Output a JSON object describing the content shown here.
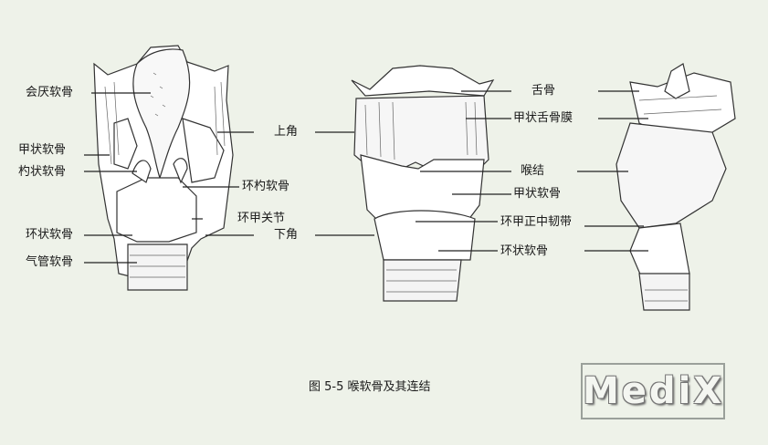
{
  "labels": {
    "epiglottic_cartilage": "会厌软骨",
    "thyroid_cartilage_left": "甲状软骨",
    "arytenoid_cartilage": "杓状软骨",
    "cricoid_cartilage_left": "环状软骨",
    "tracheal_cartilage": "气管软骨",
    "superior_horn": "上角",
    "cricoarytenoid_cartilage": "环杓软骨",
    "cricothyroid_joint": "环甲关节",
    "inferior_horn": "下角",
    "hyoid_bone": "舌骨",
    "thyrohyoid_membrane": "甲状舌骨膜",
    "laryngeal_prominence": "喉结",
    "thyroid_cartilage_right": "甲状软骨",
    "median_cricothyroid_ligament": "环甲正中韧带",
    "cricoid_cartilage_right": "环状软骨"
  },
  "caption": "图 5-5 喉软骨及其连结",
  "watermark": "MediX",
  "colors": {
    "background": "#eef2e9",
    "ink": "#2a2a2a"
  }
}
